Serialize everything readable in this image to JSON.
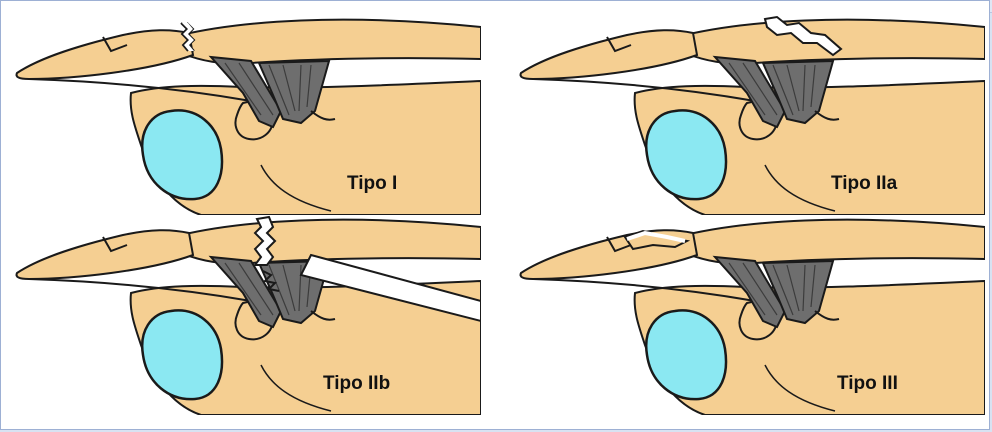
{
  "colors": {
    "bone": "#f5cf92",
    "outline": "#1a1a1a",
    "ligament": "#6e6e6e",
    "humeral_head": "#8be8f2",
    "fracture_gap": "#ffffff",
    "background": "#ffffff"
  },
  "panels": [
    {
      "id": "tipo-1",
      "label": "Tipo I",
      "fracture": "small-notch"
    },
    {
      "id": "tipo-2a",
      "label": "Tipo IIa",
      "fracture": "oblique-gap-distal"
    },
    {
      "id": "tipo-2b",
      "label": "Tipo IIb",
      "fracture": "vertical-gap-with-ligament-tear"
    },
    {
      "id": "tipo-3",
      "label": "Tipo III",
      "fracture": "articular-surface"
    }
  ]
}
